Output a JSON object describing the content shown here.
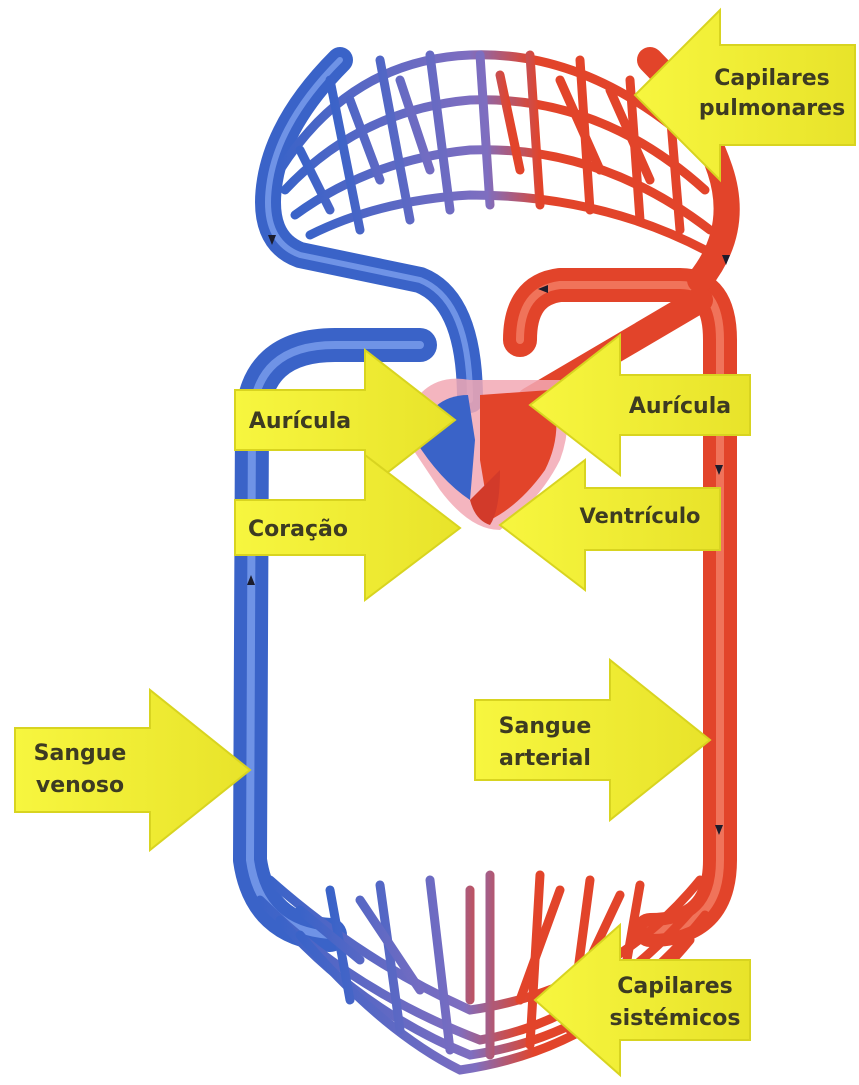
{
  "colors": {
    "venous": "#3a63c8",
    "venous_light": "#6f93e6",
    "arterial": "#e2442a",
    "arterial_light": "#f0735a",
    "label_yellow": "#f5f234",
    "label_text": "#3d3b22",
    "heart_pink": "#f2a8b4"
  },
  "labels": {
    "capilares_pulmonares": [
      "Capilares",
      "pulmonares"
    ],
    "auricula_left": "Aurícula",
    "auricula_right": "Aurícula",
    "coracao": "Coração",
    "ventriculo": "Ventrículo",
    "sangue_venoso": [
      "Sangue",
      "venoso"
    ],
    "sangue_arterial": [
      "Sangue",
      "arterial"
    ],
    "capilares_sistemicos": [
      "Capilares",
      "sistémicos"
    ]
  },
  "icons": [
    "arrow-down-icon",
    "arrow-up-icon",
    "arrow-left-icon"
  ]
}
